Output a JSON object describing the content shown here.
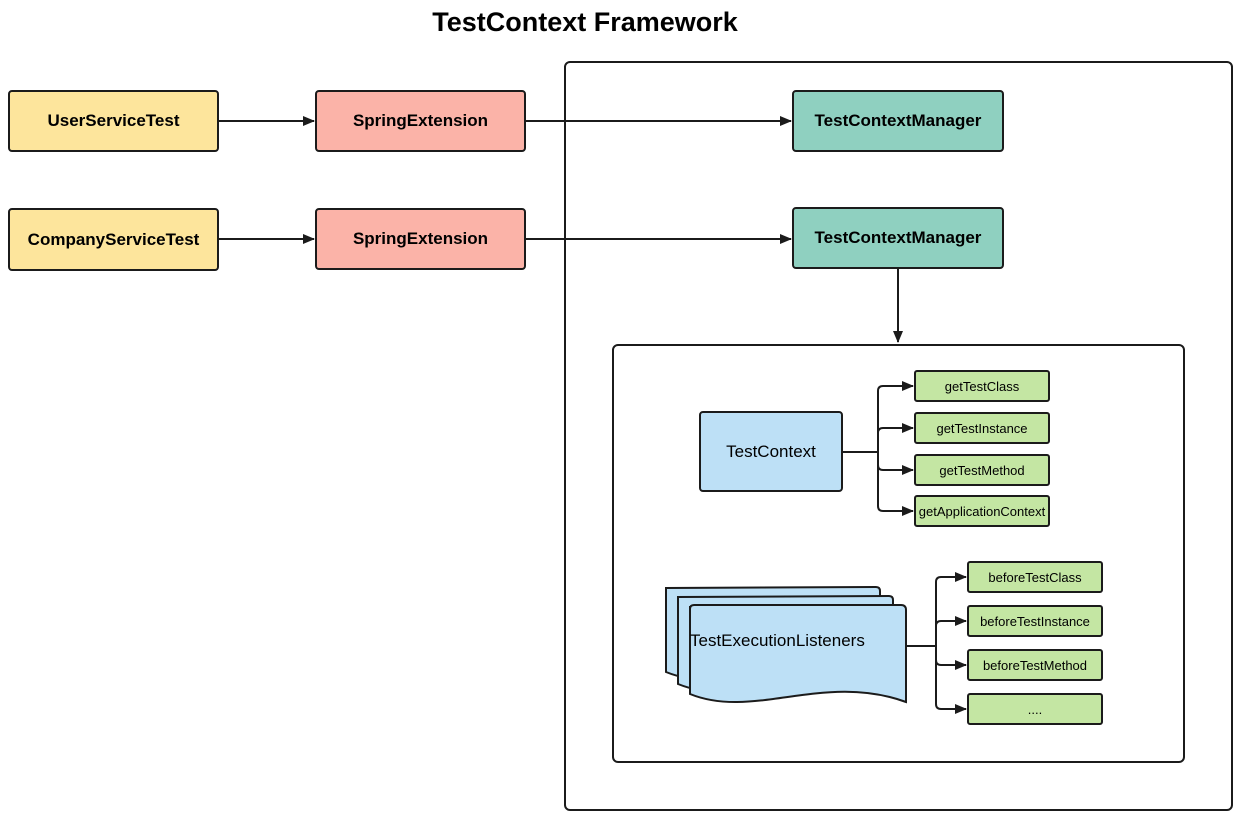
{
  "title": "TestContext Framework",
  "tests": {
    "user": "UserServiceTest",
    "company": "CompanyServiceTest"
  },
  "extensions": {
    "first": "SpringExtension",
    "second": "SpringExtension"
  },
  "managers": {
    "first": "TestContextManager",
    "second": "TestContextManager"
  },
  "test_context": {
    "label": "TestContext",
    "methods": [
      "getTestClass",
      "getTestInstance",
      "getTestMethod",
      "getApplicationContext"
    ]
  },
  "listeners": {
    "label": "TestExecutionListeners",
    "methods": [
      "beforeTestClass",
      "beforeTestInstance",
      "beforeTestMethod",
      "...."
    ]
  },
  "colors": {
    "test_class": "#fde59c",
    "extension": "#fbb3a8",
    "manager": "#8fd0c0",
    "context": "#bde0f6",
    "method": "#c4e6a3",
    "stroke": "#1b1b1b"
  }
}
